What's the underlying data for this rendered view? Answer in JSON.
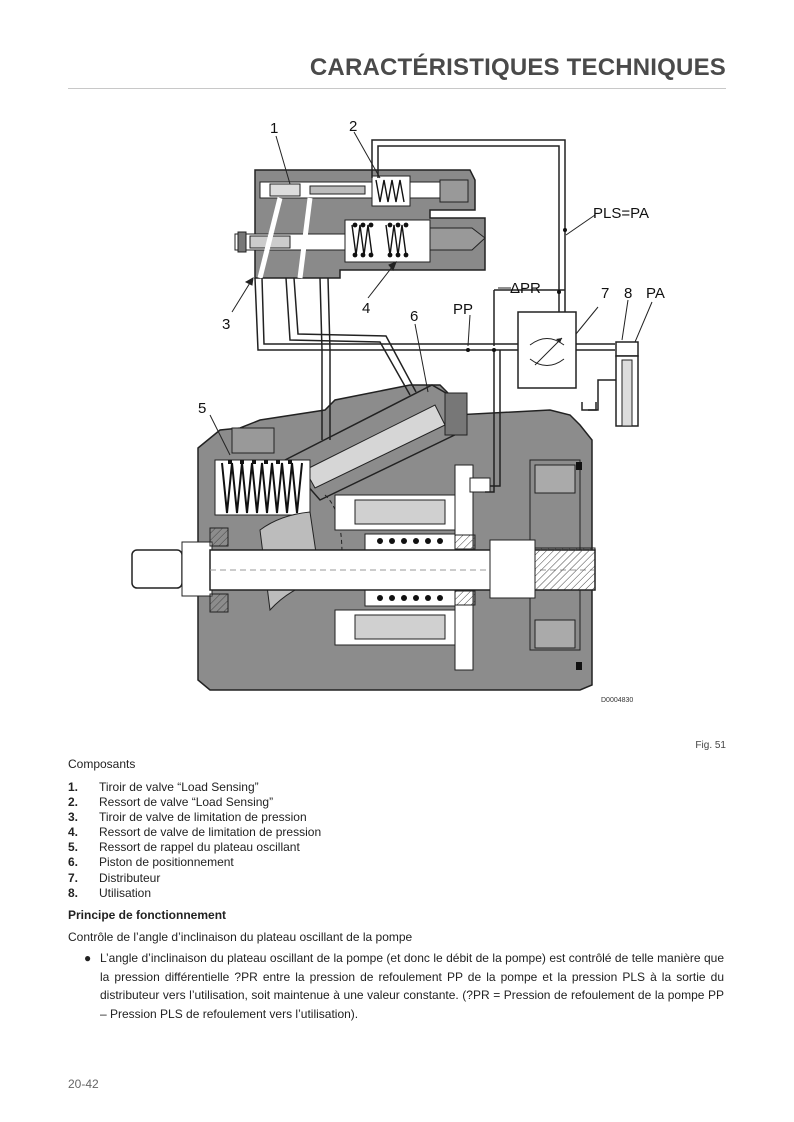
{
  "header": {
    "title": "CARACTÉRISTIQUES TECHNIQUES"
  },
  "figure": {
    "code": "D0004830",
    "label": "Fig. 51",
    "callouts": {
      "c1": "1",
      "c2": "2",
      "c3": "3",
      "c4": "4",
      "c5": "5",
      "c6": "6",
      "c7": "7",
      "c8": "8"
    },
    "labels": {
      "pls_pa": "PLS=PA",
      "delta_pr": "ΔPR",
      "pp": "PP",
      "pa": "PA"
    }
  },
  "components": {
    "heading": "Composants",
    "items": [
      {
        "num": "1.",
        "label": "Tiroir de valve “Load Sensing”"
      },
      {
        "num": "2.",
        "label": "Ressort de valve “Load Sensing”"
      },
      {
        "num": "3.",
        "label": "Tiroir de valve de limitation de pression"
      },
      {
        "num": "4.",
        "label": "Ressort de valve de limitation de pression"
      },
      {
        "num": "5.",
        "label": "Ressort de rappel du plateau oscillant"
      },
      {
        "num": "6.",
        "label": "Piston de positionnement"
      },
      {
        "num": "7.",
        "label": "Distributeur"
      },
      {
        "num": "8.",
        "label": "Utilisation"
      }
    ]
  },
  "principle": {
    "heading": "Principe de fonctionnement",
    "subheading": "Contrôle de l’angle d’inclinaison du plateau oscillant de la pompe",
    "bullet": "L’angle d’inclinaison du plateau oscillant de la pompe (et donc le débit de la pompe) est contrôlé de telle manière que la pression différentielle ?PR entre la pression de refoulement PP de la pompe et la pression PLS à la sortie du distributeur vers l’utilisation, soit maintenue à une valeur constante. (?PR = Pression de refoulement de la pompe PP – Pression PLS de refoulement vers l’utilisation)."
  },
  "footer": {
    "page_number": "20-42"
  }
}
